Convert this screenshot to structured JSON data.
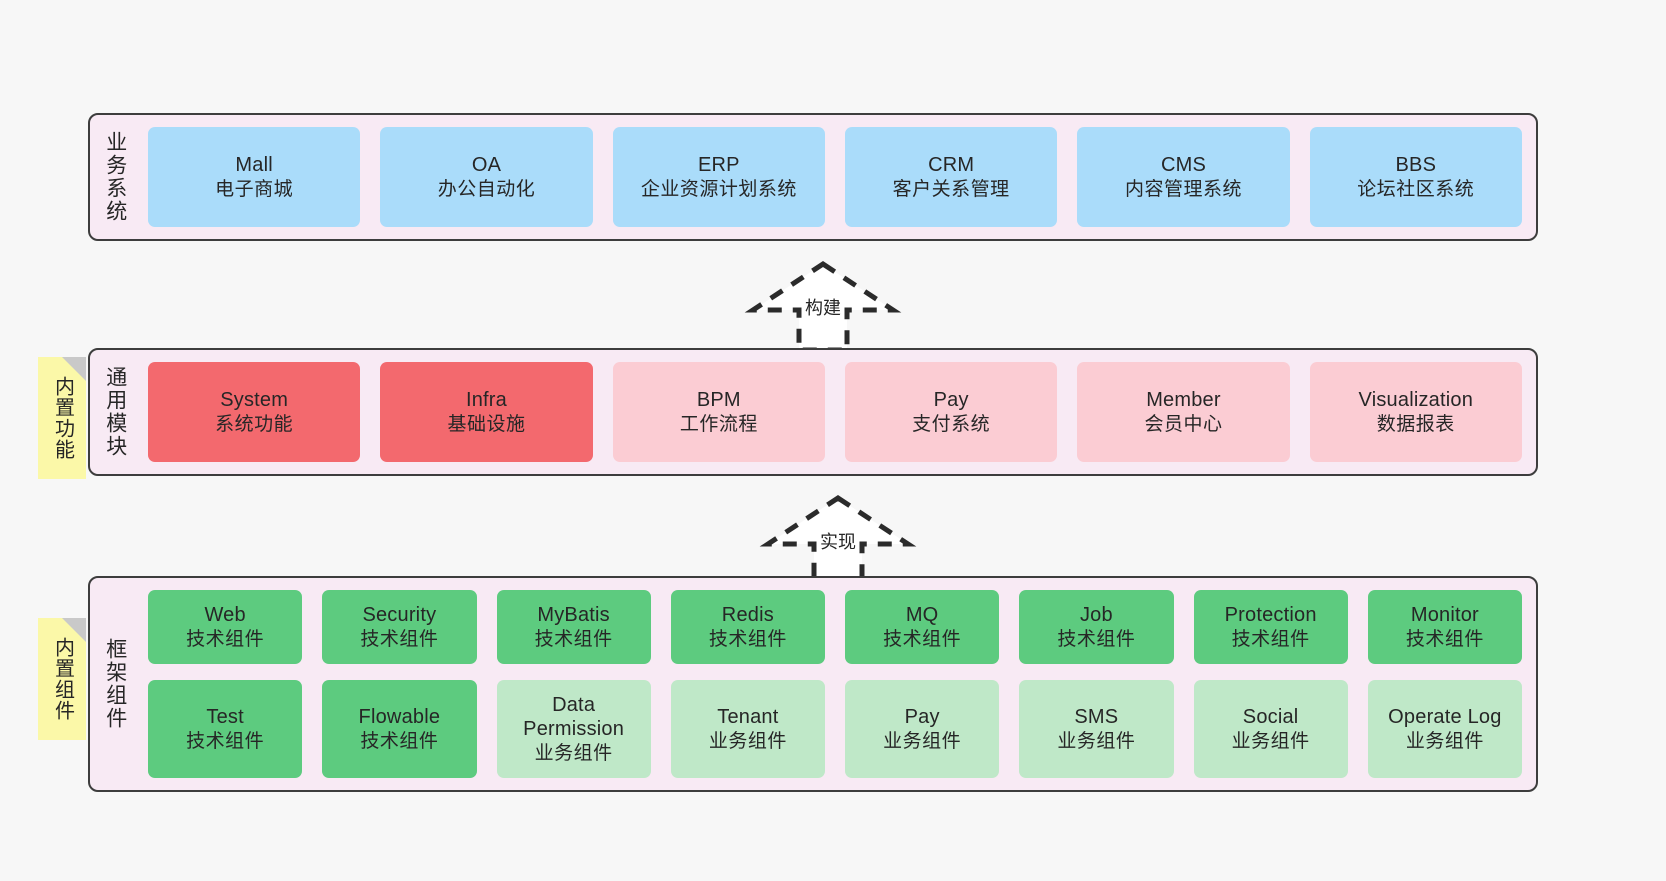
{
  "page": {
    "background": "#f7f7f7",
    "band_background": "#f8eaf4",
    "band_border": "#3d3d3d"
  },
  "colors": {
    "blue": "#aadcfa",
    "red": "#f3696e",
    "pink": "#fbccd3",
    "green": "#5dcb7f",
    "light_green": "#bfe8c8",
    "note_yellow": "#fbf8a8",
    "note_fold": "#c9c9c9"
  },
  "layers": {
    "business": {
      "title": "业务系统",
      "items": [
        {
          "en": "Mall",
          "cn": "电子商城",
          "color": "blue"
        },
        {
          "en": "OA",
          "cn": "办公自动化",
          "color": "blue"
        },
        {
          "en": "ERP",
          "cn": "企业资源计划系统",
          "color": "blue"
        },
        {
          "en": "CRM",
          "cn": "客户关系管理",
          "color": "blue"
        },
        {
          "en": "CMS",
          "cn": "内容管理系统",
          "color": "blue"
        },
        {
          "en": "BBS",
          "cn": "论坛社区系统",
          "color": "blue"
        }
      ]
    },
    "common": {
      "title": "通用模块",
      "note": "内置功能",
      "items": [
        {
          "en": "System",
          "cn": "系统功能",
          "color": "red"
        },
        {
          "en": "Infra",
          "cn": "基础设施",
          "color": "red"
        },
        {
          "en": "BPM",
          "cn": "工作流程",
          "color": "pink"
        },
        {
          "en": "Pay",
          "cn": "支付系统",
          "color": "pink"
        },
        {
          "en": "Member",
          "cn": "会员中心",
          "color": "pink"
        },
        {
          "en": "Visualization",
          "cn": "数据报表",
          "color": "pink"
        }
      ]
    },
    "framework": {
      "title": "框架组件",
      "note": "内置组件",
      "row1": [
        {
          "en": "Web",
          "cn": "技术组件",
          "color": "green"
        },
        {
          "en": "Security",
          "cn": "技术组件",
          "color": "green"
        },
        {
          "en": "MyBatis",
          "cn": "技术组件",
          "color": "green"
        },
        {
          "en": "Redis",
          "cn": "技术组件",
          "color": "green"
        },
        {
          "en": "MQ",
          "cn": "技术组件",
          "color": "green"
        },
        {
          "en": "Job",
          "cn": "技术组件",
          "color": "green"
        },
        {
          "en": "Protection",
          "cn": "技术组件",
          "color": "green"
        },
        {
          "en": "Monitor",
          "cn": "技术组件",
          "color": "green"
        }
      ],
      "row2": [
        {
          "en": "Test",
          "cn": "技术组件",
          "color": "green"
        },
        {
          "en": "Flowable",
          "cn": "技术组件",
          "color": "green"
        },
        {
          "en": "Data Permission",
          "cn": "业务组件",
          "color": "light_green"
        },
        {
          "en": "Tenant",
          "cn": "业务组件",
          "color": "light_green"
        },
        {
          "en": "Pay",
          "cn": "业务组件",
          "color": "light_green"
        },
        {
          "en": "SMS",
          "cn": "业务组件",
          "color": "light_green"
        },
        {
          "en": "Social",
          "cn": "业务组件",
          "color": "light_green"
        },
        {
          "en": "Operate Log",
          "cn": "业务组件",
          "color": "light_green"
        }
      ]
    }
  },
  "connectors": [
    {
      "label": "构建"
    },
    {
      "label": "实现"
    }
  ]
}
